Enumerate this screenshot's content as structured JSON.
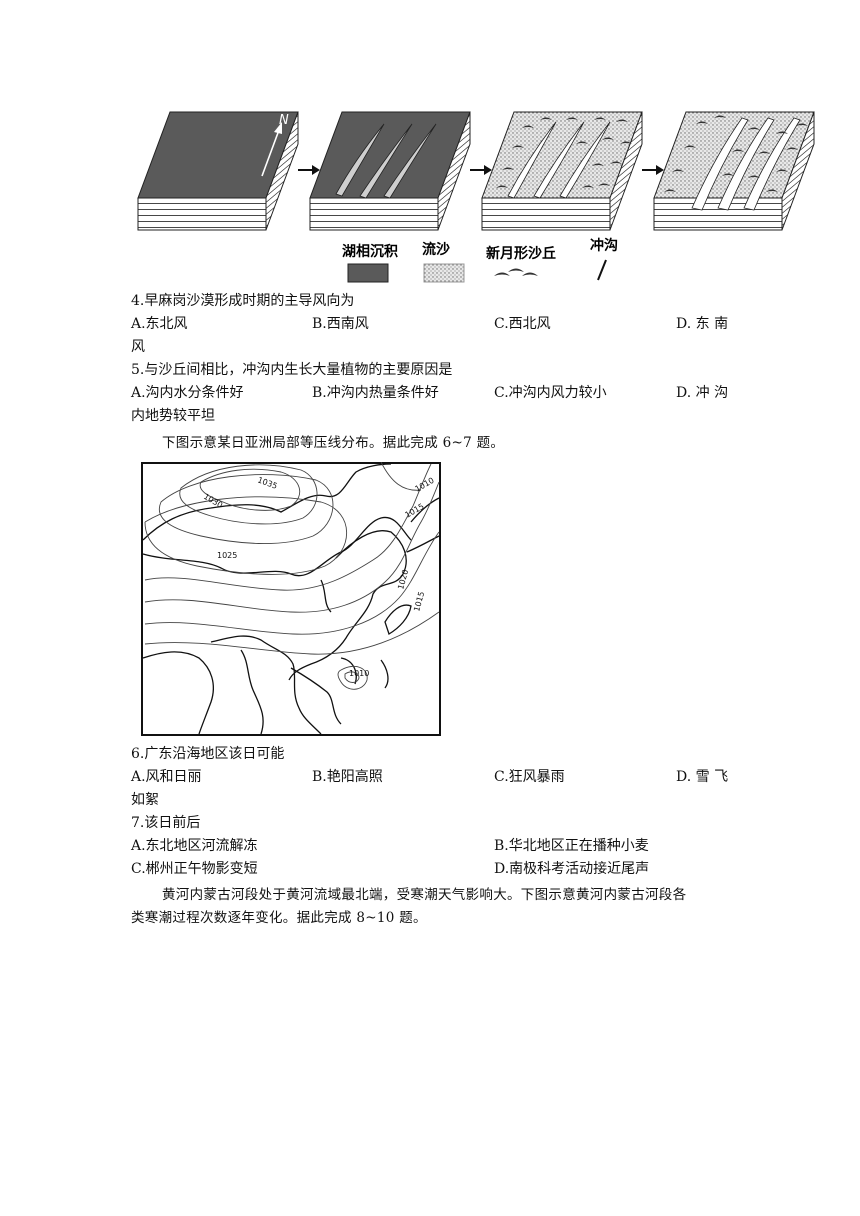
{
  "figure1": {
    "north_label": "N",
    "legend": {
      "lake_sediment": "湖相沉积",
      "quicksand": "流沙",
      "barchan_dune": "新月形沙丘",
      "gully": "冲沟"
    }
  },
  "q4": {
    "stem": "4.早麻岗沙漠形成时期的主导风向为",
    "options": [
      "A.东北风",
      "B.西南风",
      "C.西北风",
      "D. 东 南"
    ],
    "wrap": "风"
  },
  "q5": {
    "stem": "5.与沙丘间相比，冲沟内生长大量植物的主要原因是",
    "options": [
      "A.沟内水分条件好",
      "B.冲沟内热量条件好",
      "C.冲沟内风力较小",
      "D. 冲 沟"
    ],
    "wrap": "内地势较平坦"
  },
  "intro_6_7": "下图示意某日亚洲局部等压线分布。据此完成 6~7 题。",
  "figure2": {
    "isobar_labels": [
      "1035",
      "1030",
      "1025",
      "1010",
      "1015",
      "1020",
      "1015",
      "1010"
    ]
  },
  "q6": {
    "stem": "6.广东沿海地区该日可能",
    "options": [
      "A.风和日丽",
      "B.艳阳高照",
      "C.狂风暴雨",
      "D. 雪 飞"
    ],
    "wrap": "如絮"
  },
  "q7": {
    "stem": "7.该日前后",
    "options": [
      "A.东北地区河流解冻",
      "B.华北地区正在播种小麦",
      "C.郴州正午物影变短",
      "D.南极科考活动接近尾声"
    ]
  },
  "intro_8_10": {
    "line1": "黄河内蒙古河段处于黄河流域最北端，受寒潮天气影响大。下图示意黄河内蒙古河段各",
    "line2": "类寒潮过程次数逐年变化。据此完成 8~10 题。"
  }
}
